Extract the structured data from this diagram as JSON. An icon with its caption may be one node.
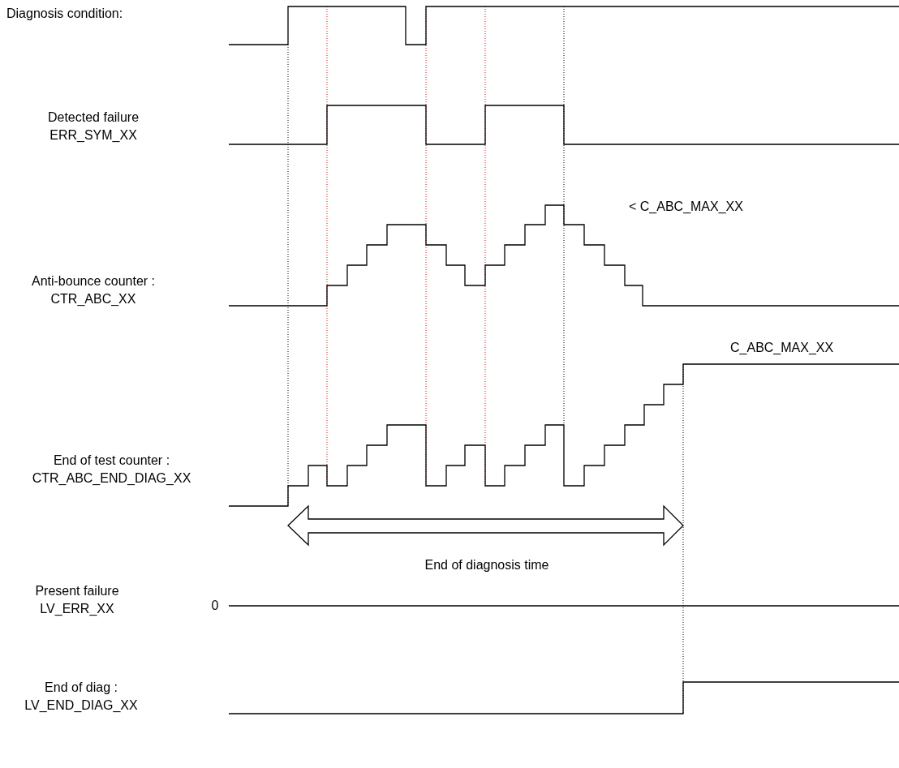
{
  "diagram": {
    "labels": [
      "Diagnosis condition:",
      "Detected failure ERR_SYM_XX",
      "< C_ABC_MAX_XX",
      "Anti-bounce counter : CTR_ABC_XX",
      "C_ABC_MAX_XX",
      "End of test counter : CTR_ABC_END_DIAG_XX",
      "End of diagnosis time",
      "Present failure LV_ERR_XX",
      "0",
      "End of diag : LV_END_DIAG_XX"
    ]
  }
}
